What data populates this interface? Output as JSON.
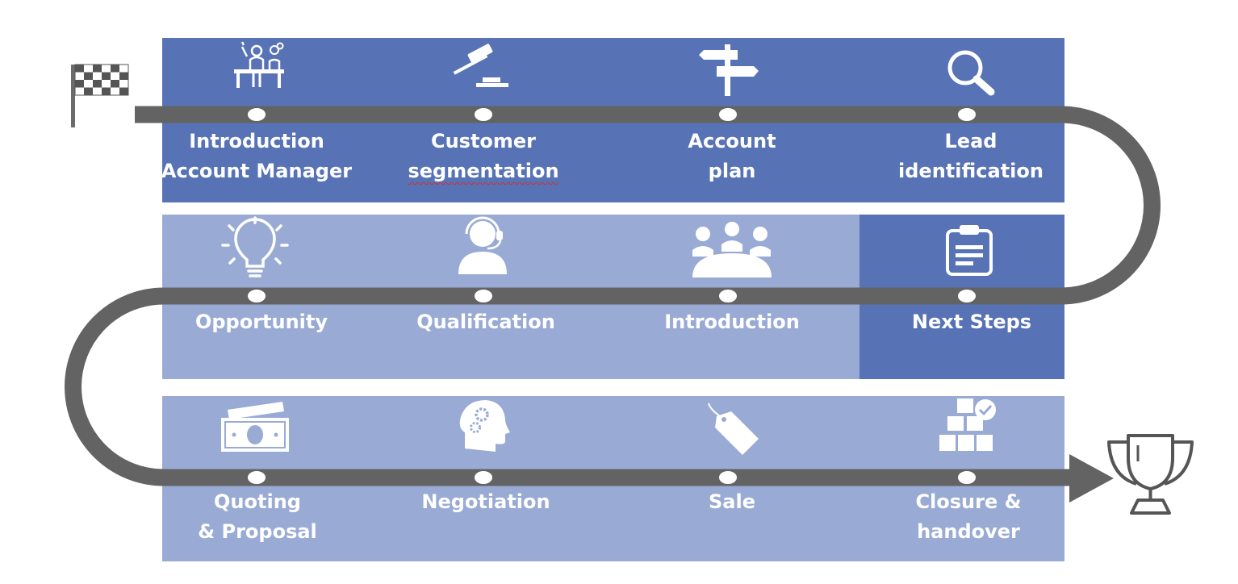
{
  "colors": {
    "band_dark": "#5773b6",
    "band_light": "#99abd4",
    "road": "#636363",
    "stop": "#ffffff",
    "text": "#ffffff"
  },
  "start_marker": {
    "icon": "checkered-flag-icon"
  },
  "finish_marker": {
    "icon": "trophy-icon"
  },
  "rows": [
    {
      "band": "dark",
      "stages": [
        {
          "label": "Introduction\nAccount Manager",
          "icon": "scientist-at-desk-icon"
        },
        {
          "label": "Customer\nsegmentation",
          "icon": "gavel-icon",
          "spellcheck_marked": "segmentation"
        },
        {
          "label": "Account\nplan",
          "icon": "signpost-icon"
        },
        {
          "label": "Lead\nidentification",
          "icon": "magnifier-icon"
        }
      ]
    },
    {
      "band": "light",
      "stages": [
        {
          "label": "Opportunity",
          "icon": "lightbulb-icon"
        },
        {
          "label": "Qualification",
          "icon": "headset-person-icon"
        },
        {
          "label": "Introduction",
          "icon": "meeting-table-icon"
        },
        {
          "label": "Next Steps",
          "icon": "clipboard-icon",
          "band": "dark"
        }
      ]
    },
    {
      "band": "light",
      "stages": [
        {
          "label": "Quoting\n& Proposal",
          "icon": "money-bills-icon"
        },
        {
          "label": "Negotiation",
          "icon": "head-gears-icon"
        },
        {
          "label": "Sale",
          "icon": "price-tag-icon"
        },
        {
          "label": "Closure &\nhandover",
          "icon": "boxes-check-icon"
        }
      ]
    }
  ]
}
